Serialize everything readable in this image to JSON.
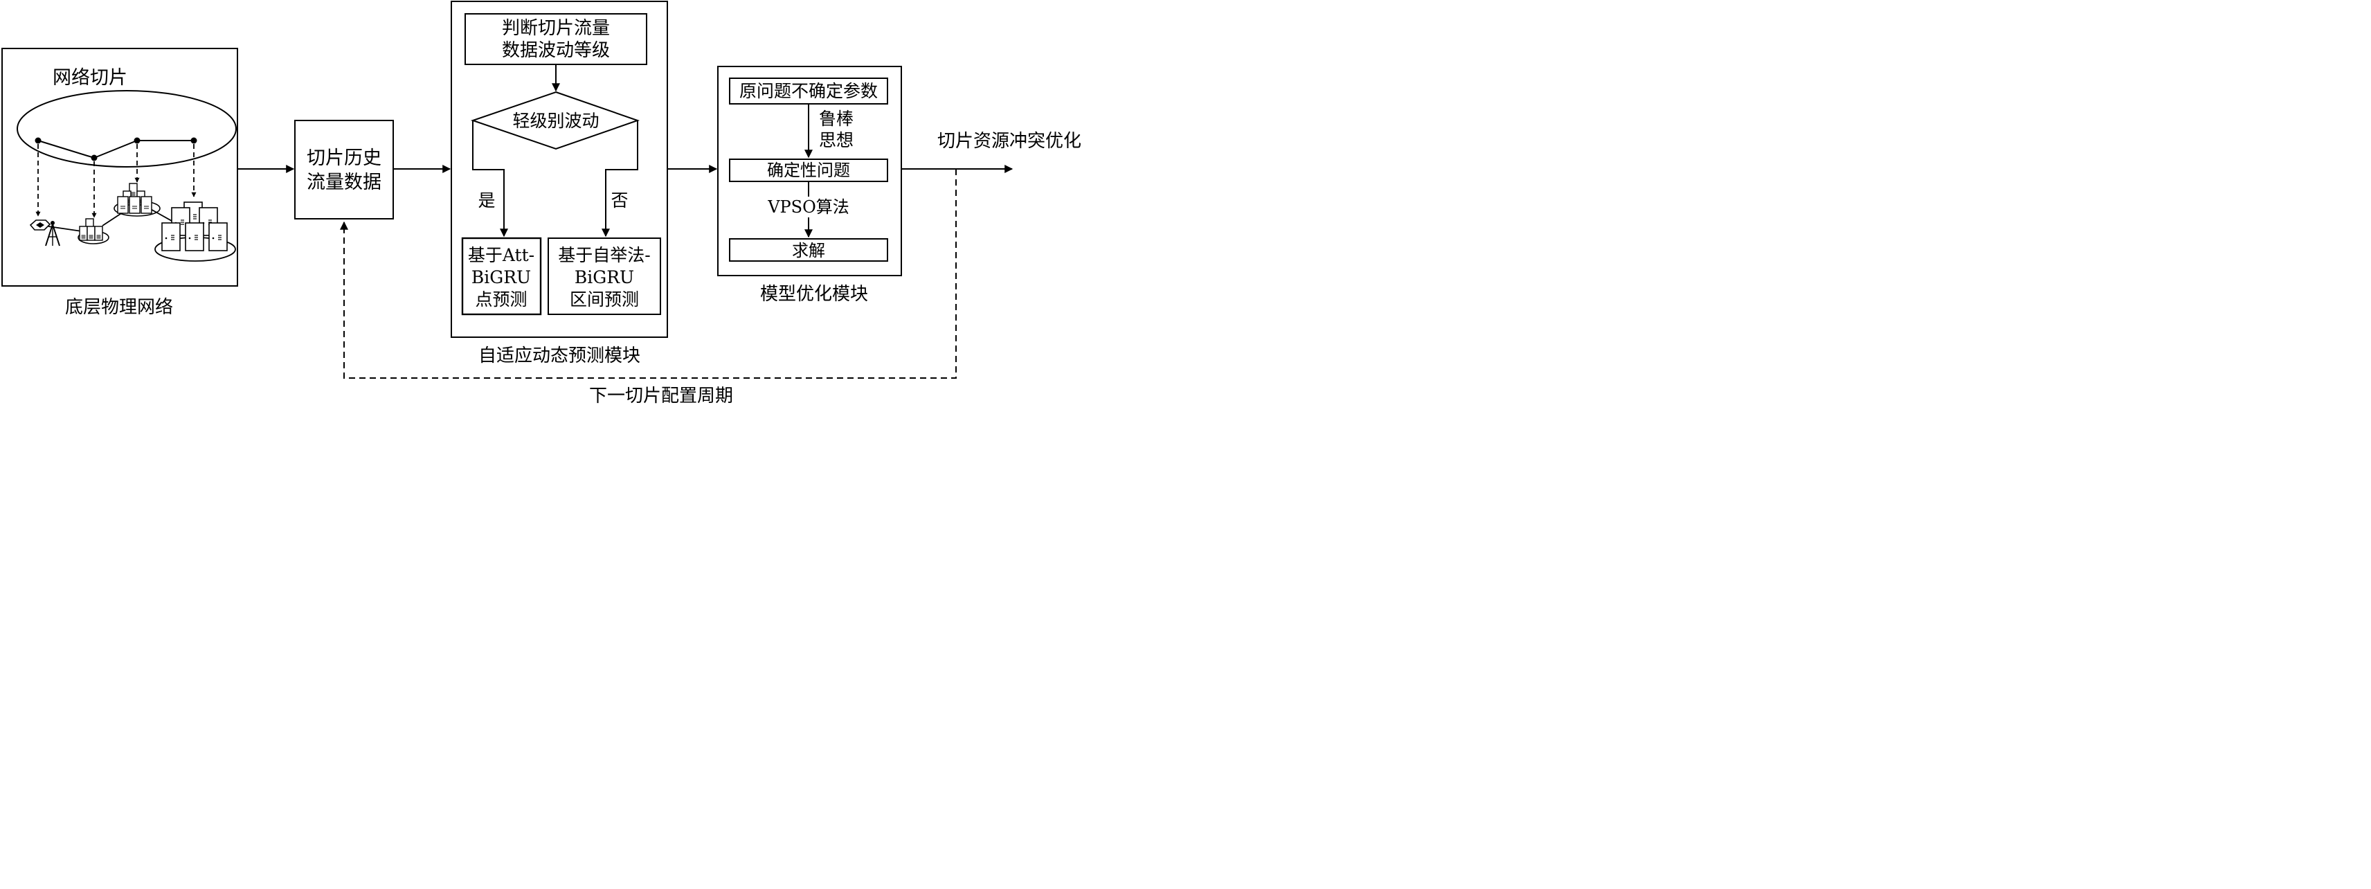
{
  "physical": {
    "slice_label": "网络切片",
    "caption": "底层物理网络"
  },
  "history": {
    "line1": "切片历史",
    "line2": "流量数据"
  },
  "adaptive": {
    "judge_line1": "判断切片流量",
    "judge_line2": "数据波动等级",
    "decision": "轻级别波动",
    "yes_label": "是",
    "no_label": "否",
    "point_line1": "基于Att-",
    "point_line2": "BiGRU",
    "point_line3": "点预测",
    "interval_line1": "基于自举法-",
    "interval_line2": "BiGRU",
    "interval_line3": "区间预测",
    "caption": "自适应动态预测模块"
  },
  "optimization": {
    "uncertain_params": "原问题不确定参数",
    "robust_line1": "鲁棒",
    "robust_line2": "思想",
    "deterministic": "确定性问题",
    "algorithm": "VPSO算法",
    "solve": "求解",
    "caption": "模型优化模块"
  },
  "output_label": "切片资源冲突优化",
  "feedback_label": "下一切片配置周期",
  "icons": {
    "servers": "server-rack-icon",
    "router": "router-icon",
    "antenna": "antenna-tower-icon"
  }
}
